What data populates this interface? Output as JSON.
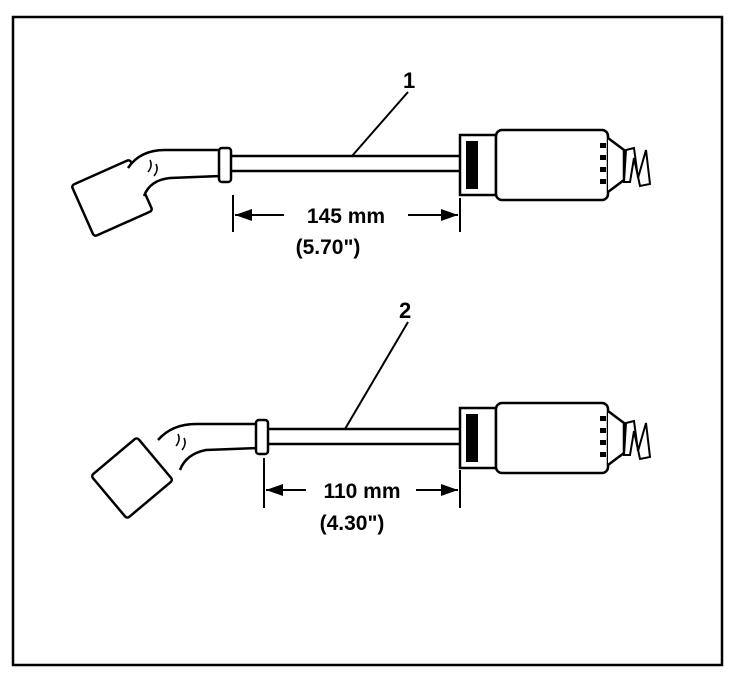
{
  "diagram": {
    "parts": [
      {
        "callout": "1",
        "length_metric": "145 mm",
        "length_imperial": "(5.70\")"
      },
      {
        "callout": "2",
        "length_metric": "110 mm",
        "length_imperial": "(4.30\")"
      }
    ]
  }
}
